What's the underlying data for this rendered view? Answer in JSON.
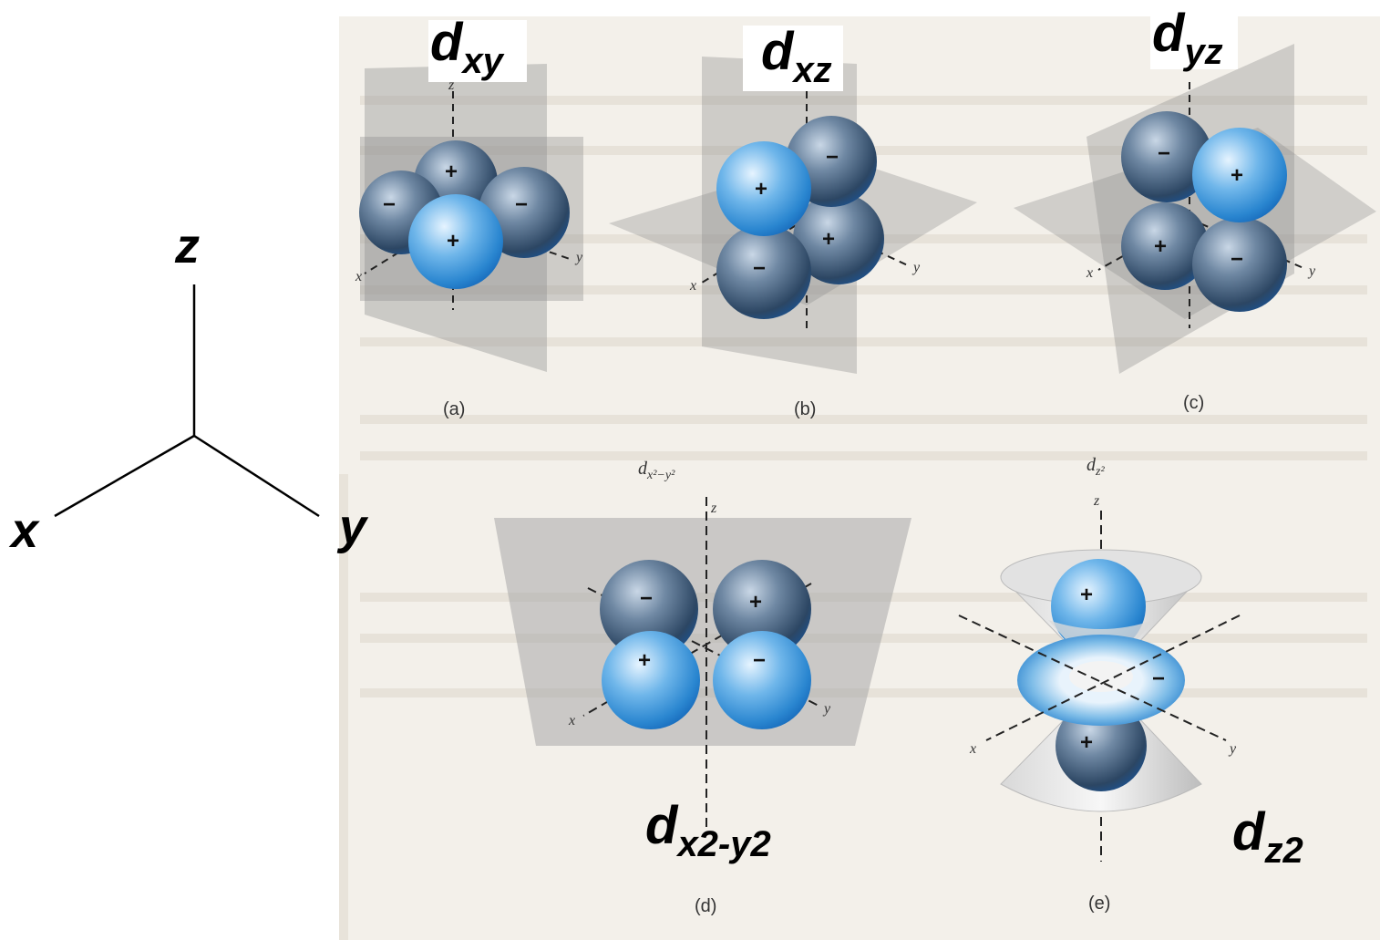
{
  "axes_legend": {
    "z": "z",
    "x": "x",
    "y": "y"
  },
  "big_labels": {
    "dxy": {
      "main": "d",
      "sub": "xy"
    },
    "dxz": {
      "main": "d",
      "sub": "xz"
    },
    "dyz": {
      "main": "d",
      "sub": "yz"
    },
    "dx2y2": {
      "main": "d",
      "sub": "x2-y2"
    },
    "dz2": {
      "main": "d",
      "sub": "z2"
    }
  },
  "captions": {
    "a": "(a)",
    "b": "(b)",
    "c": "(c)",
    "d": "(d)",
    "e": "(e)"
  },
  "small_axis": {
    "x": "x",
    "y": "y",
    "z": "z"
  },
  "book_labels": {
    "dx2y2": "d",
    "dx2y2_sub": "x²−y²",
    "dz2": "d",
    "dz2_sub": "z²"
  },
  "signs": {
    "plus": "+",
    "minus": "−"
  },
  "colors": {
    "lobe_light": "#4aa8e8",
    "lobe_dark": "#2e4d6e",
    "plane": "#9a9a9a",
    "page": "#f4f1ec"
  }
}
